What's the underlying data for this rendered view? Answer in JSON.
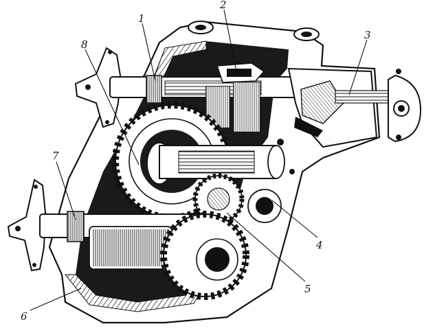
{
  "figure": {
    "ink_color": "#111111",
    "paper_color": "#ffffff",
    "callouts": [
      {
        "id": "c1",
        "label": "1"
      },
      {
        "id": "c2",
        "label": "2"
      },
      {
        "id": "c3",
        "label": "3"
      },
      {
        "id": "c4",
        "label": "4"
      },
      {
        "id": "c5",
        "label": "5"
      },
      {
        "id": "c6",
        "label": "6"
      },
      {
        "id": "c7",
        "label": "7"
      },
      {
        "id": "c8",
        "label": "8"
      }
    ]
  }
}
